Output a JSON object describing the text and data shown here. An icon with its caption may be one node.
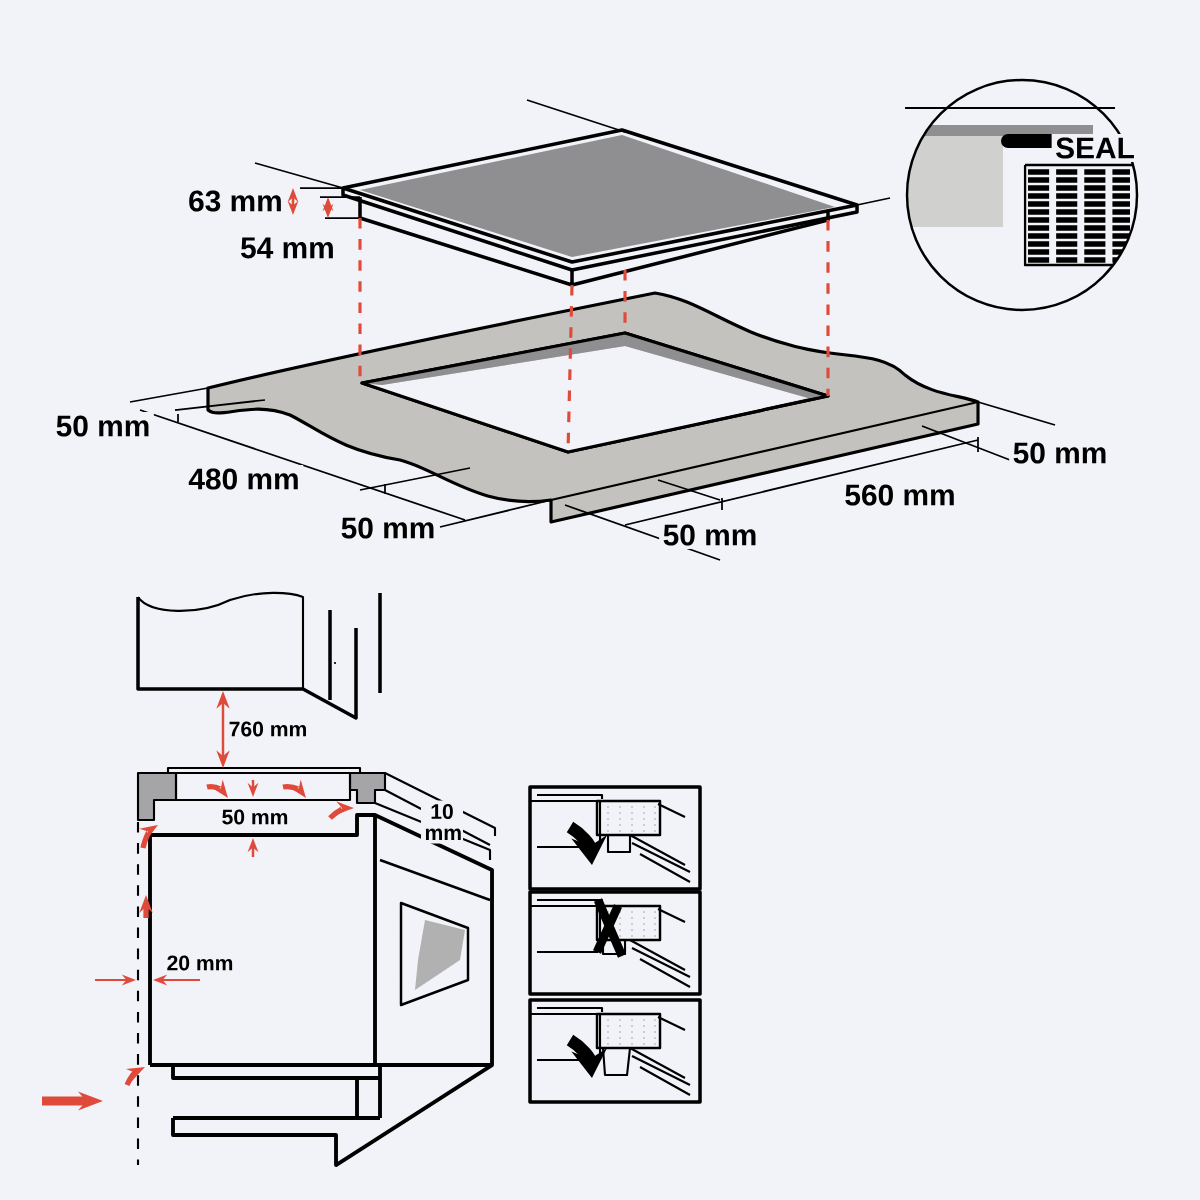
{
  "diagram": {
    "labels": [
      "63 mm",
      "54 mm",
      "SEAL",
      "50 mm",
      "480 mm",
      "50 mm",
      "560 mm",
      "50 mm",
      "50 mm",
      "760 mm",
      "50 mm",
      "10 mm",
      "20 mm"
    ]
  }
}
